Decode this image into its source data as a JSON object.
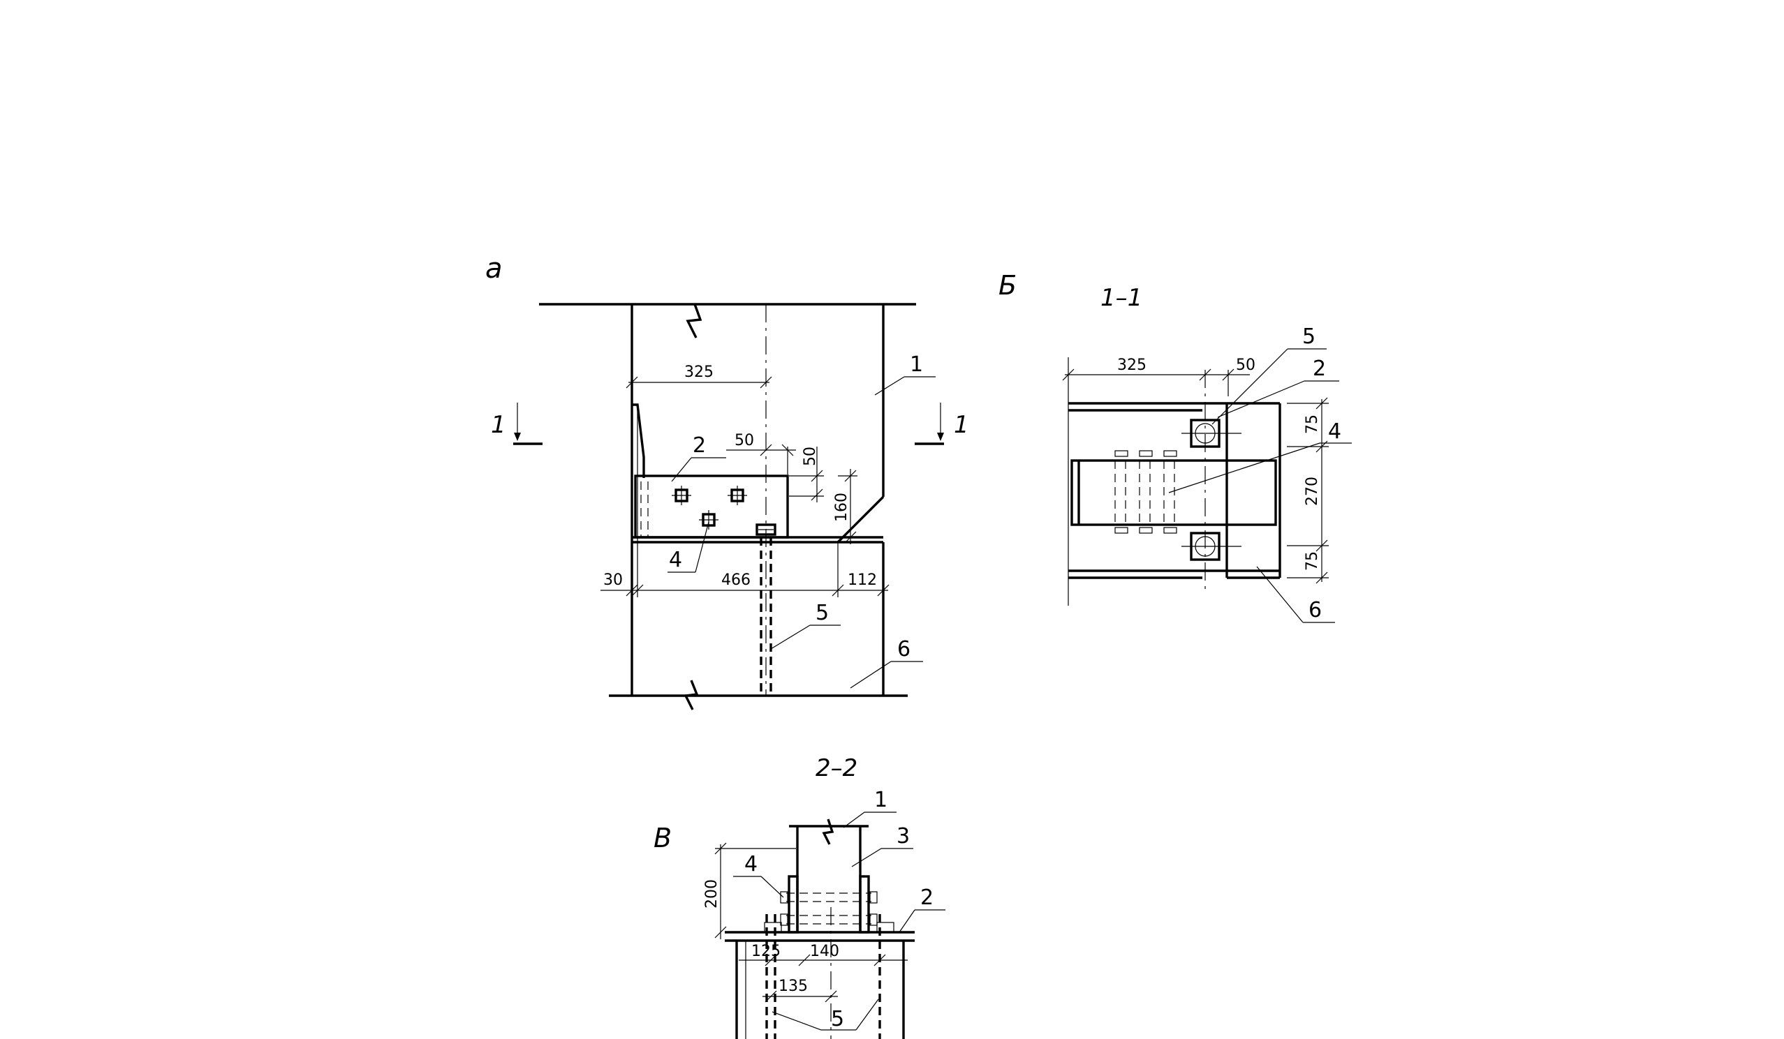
{
  "views": {
    "a": {
      "letter": "а",
      "cut_left": "1",
      "cut_right": "1"
    },
    "b": {
      "letter": "Б",
      "section_title": "1–1"
    },
    "c": {
      "letter": "В",
      "section_title": "2–2"
    }
  },
  "view_a": {
    "dims": {
      "d325": "325",
      "d50a": "50",
      "d50b": "50",
      "d160": "160",
      "d30": "30",
      "d466": "466",
      "d112": "112"
    },
    "callouts": {
      "c1": "1",
      "c2": "2",
      "c4": "4",
      "c5": "5",
      "c6": "6"
    }
  },
  "view_b": {
    "dims": {
      "d325": "325",
      "d50": "50",
      "d75a": "75",
      "d270": "270",
      "d75b": "75"
    },
    "callouts": {
      "c5": "5",
      "c2": "2",
      "c4": "4",
      "c6": "6"
    }
  },
  "view_c": {
    "dims": {
      "d200": "200",
      "d125": "125",
      "d140": "140",
      "d135": "135"
    },
    "callouts": {
      "c1": "1",
      "c3": "3",
      "c4": "4",
      "c2": "2",
      "c5": "5"
    }
  }
}
